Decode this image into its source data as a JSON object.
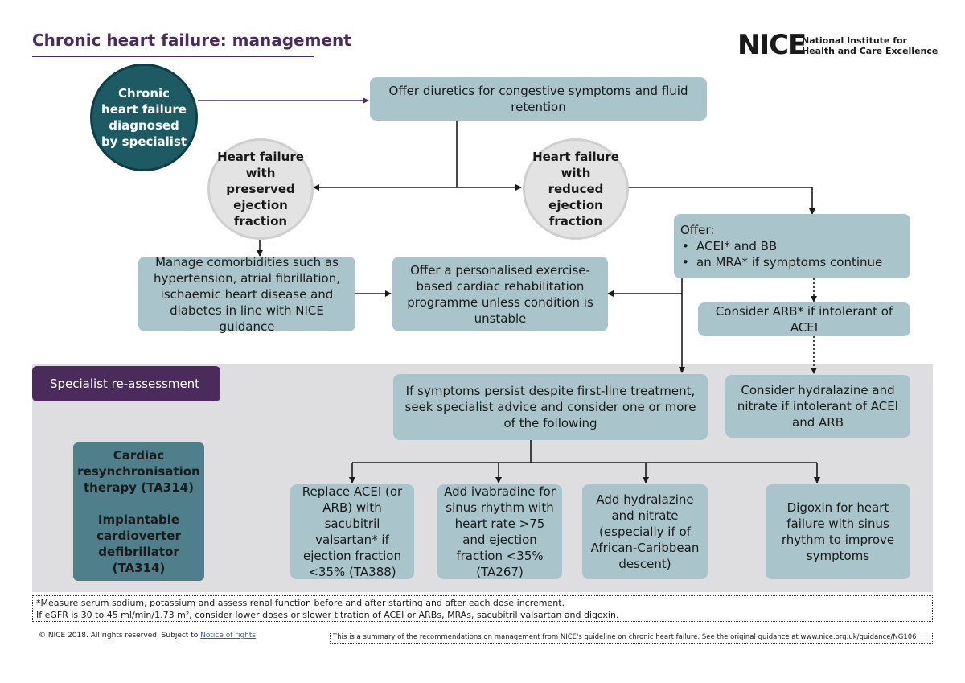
{
  "header": {
    "title": "Chronic heart failure: management",
    "logo_mark": "NICE",
    "logo_line1": "National Institute for",
    "logo_line2": "Health and Care Excellence"
  },
  "nodes": {
    "start": "Chronic heart failure diagnosed by specialist",
    "diuretics": "Offer diuretics for congestive symptoms and fluid retention",
    "preserved": "Heart failure with preserved ejection fraction",
    "reduced": "Heart failure with reduced ejection fraction",
    "offer_title": "Offer:",
    "offer_items": [
      "ACEI* and BB",
      "an MRA* if symptoms continue"
    ],
    "comorbidities": "Manage comorbidities such as hypertension, atrial fibrillation, ischaemic heart disease and diabetes in line with NICE guidance",
    "rehab": "Offer a personalised exercise-based cardiac rehabilitation programme unless condition is unstable",
    "arb": "Consider ARB* if intolerant of ACEI",
    "specialist_label": "Specialist re-assessment",
    "persist": "If symptoms persist despite first-line treatment, seek specialist advice and consider one or more of the following",
    "hydralazine_intolerant": "Consider hydralazine and nitrate if intolerant of ACEI and ARB",
    "devices_1": "Cardiac resynchronisation therapy (TA314)",
    "devices_2": "Implantable cardioverter defibrillator (TA314)",
    "opt_sacubitril": "Replace ACEI (or ARB) with sacubitril valsartan* if ejection fraction <35% (TA388)",
    "opt_ivabradine": "Add ivabradine for sinus rhythm with heart rate >75 and ejection fraction <35% (TA267)",
    "opt_hydralazine": "Add hydralazine and nitrate (especially if of African-Caribbean descent)",
    "opt_digoxin": "Digoxin for heart failure with sinus rhythm to improve symptoms"
  },
  "footer": {
    "note_line1": "*Measure serum sodium, potassium and assess renal function before and after starting and after each dose increment.",
    "note_line2": "If eGFR is 30 to 45 ml/min/1.73 m², consider lower doses or slower titration of ACEI or ARBs, MRAs, sacubitril valsartan and digoxin.",
    "copyright": "© NICE 2018. All rights reserved. Subject to",
    "copyright_link": "Notice of rights",
    "summary": "This is a summary of the recommendations on management from NICE's guideline on chronic heart failure. See the original guidance at www.nice.org.uk/guidance/NG106"
  },
  "colors": {
    "accent_purple": "#4b2a5c",
    "box_teal": "#a9c4cb",
    "dark_teal": "#1d5a63",
    "device_teal": "#4e7f8a",
    "band_grey": "#dedee0"
  }
}
